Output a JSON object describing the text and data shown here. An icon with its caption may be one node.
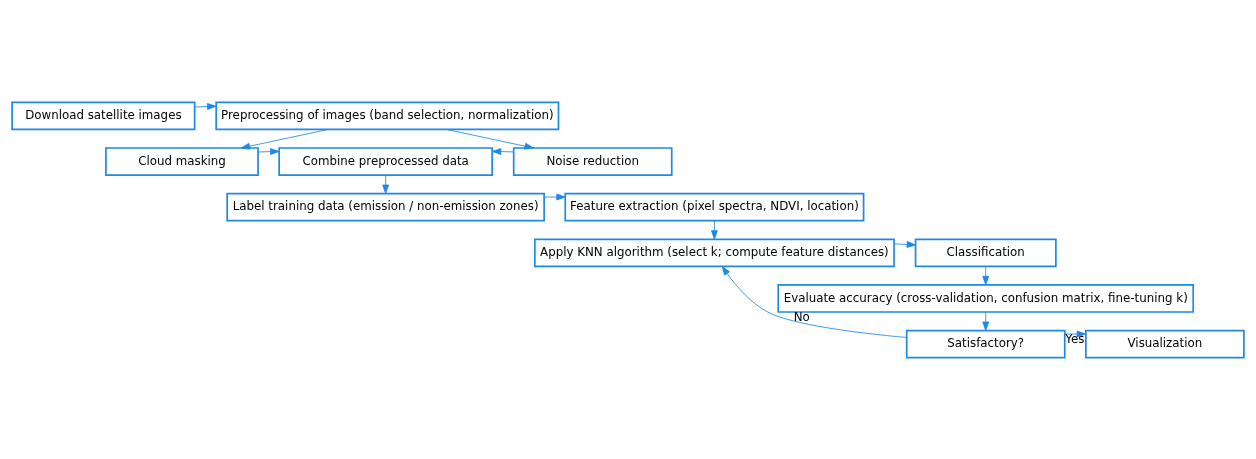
{
  "diagram": {
    "nodes": [
      {
        "text": [
          "Download satellite images"
        ]
      },
      {
        "text": [
          "Preprocessing of images (band selection, normalization)"
        ]
      },
      {
        "text": [
          "Cloud masking"
        ]
      },
      {
        "text": [
          "Combine preprocessed data"
        ]
      },
      {
        "text": [
          "Noise reduction"
        ]
      },
      {
        "text": [
          "Label training data (emission / non-emission zones)"
        ]
      },
      {
        "text": [
          "Feature extraction (pixel spectra, NDVI, location)"
        ]
      },
      {
        "text": [
          "Classification"
        ]
      },
      {
        "text": [
          "Apply KNN algorithm (select k; compute feature distances)"
        ]
      },
      {
        "text": [
          "Evaluate accuracy (cross-validation, confusion matrix, fine-tuning k)"
        ]
      },
      {
        "text": [
          "Visualization"
        ]
      },
      {
        "text": [
          "Satisfactory?"
        ]
      }
    ],
    "edges": [
      {
        "from": 0,
        "to": 1,
        "arrow": "to"
      },
      {
        "from": 1,
        "to": 2,
        "arrow": "to"
      },
      {
        "from": 1,
        "to": 4,
        "arrow": "to"
      },
      {
        "from": 2,
        "to": 3,
        "arrow": "to"
      },
      {
        "from": 4,
        "to": 3,
        "arrow": "to"
      },
      {
        "from": 3,
        "to": 5,
        "arrow": "to"
      },
      {
        "from": 5,
        "to": 6,
        "arrow": "to"
      },
      {
        "from": 6,
        "to": 8,
        "arrow": "to"
      },
      {
        "from": 8,
        "to": 7,
        "arrow": "to"
      },
      {
        "from": 7,
        "to": 9,
        "arrow": "to"
      },
      {
        "from": 9,
        "to": 11,
        "arrow": "to"
      },
      {
        "from": 11,
        "to": 10,
        "arrow": "to",
        "label": "Yes"
      },
      {
        "from": 11,
        "to": 8,
        "arrow": "to",
        "label": "No"
      }
    ]
  }
}
